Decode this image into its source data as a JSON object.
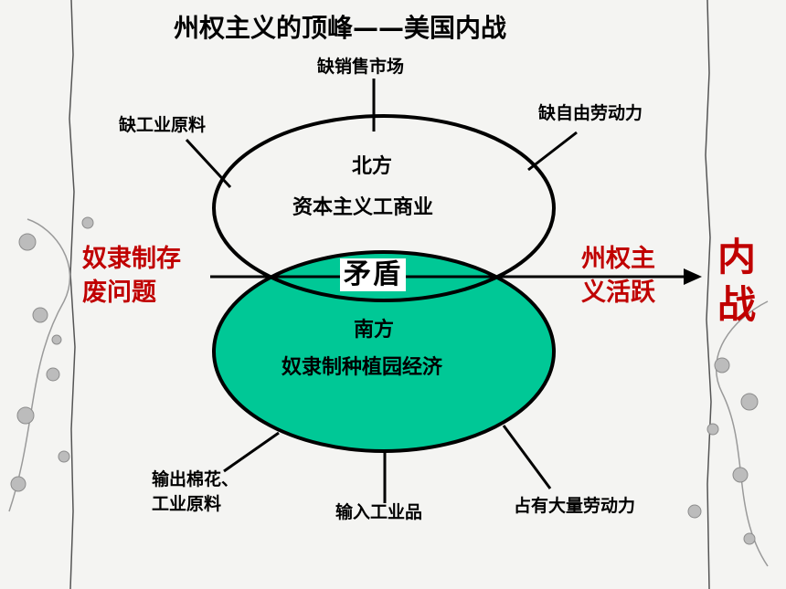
{
  "title": "州权主义的顶峰——美国内战",
  "north": {
    "name": "北方",
    "economy": "资本主义工商业",
    "needs": {
      "top": "缺销售市场",
      "left": "缺工业原料",
      "right": "缺自由劳动力"
    }
  },
  "south": {
    "name": "南方",
    "economy": "奴隶制种植园经济",
    "traits": {
      "left_line1": "输出棉花、",
      "left_line2": "工业原料",
      "bottom": "输入工业品",
      "right": "占有大量劳动力"
    }
  },
  "center_label": "矛盾",
  "left_issue": {
    "line1": "奴隶制存",
    "line2": "废问题"
  },
  "right_issue": {
    "line1": "州权主",
    "line2": "义活跃"
  },
  "result": {
    "line1": "内",
    "line2": "战"
  },
  "colors": {
    "south_fill": "#00c896",
    "accent_red": "#c00000",
    "background": "#f4f4f2"
  }
}
